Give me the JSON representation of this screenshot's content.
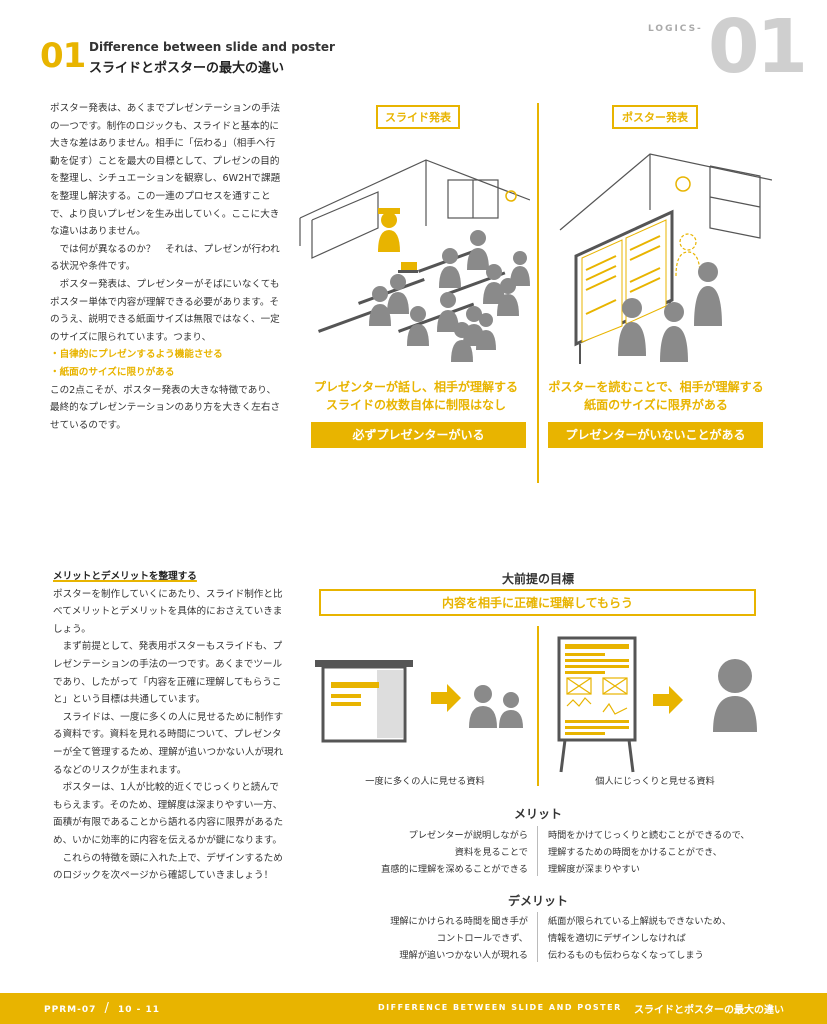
{
  "header": {
    "section_number": "01",
    "title_en": "Difference between slide and poster",
    "title_ja": "スライドとポスターの最大の違い",
    "logics_label": "LOGICS-",
    "logics_number": "01"
  },
  "intro": {
    "p1": "ポスター発表は、あくまでプレゼンテーションの手法の一つです。制作のロジックも、スライドと基本的に大きな差はありません。相手に「伝わる」（相手へ行動を促す）ことを最大の目標として、プレゼンの目的を整理し、シチュエーションを観察し、6W2Hで課題を整理し解決する。この一連のプロセスを通すことで、より良いプレゼンを生み出していく。ここに大きな違いはありません。",
    "p2": "では何が異なるのか？　それは、プレゼンが行われる状況や条件です。",
    "p3": "ポスター発表は、プレゼンターがそばにいなくてもポスター単体で内容が理解できる必要があります。そのうえ、説明できる紙面サイズは無限ではなく、一定のサイズに限られています。つまり、",
    "point1": "・自律的にプレゼンするよう機能させる",
    "point2": "・紙面のサイズに限りがある",
    "p4": "この2点こそが、ポスター発表の大きな特徴であり、最終的なプレゼンテーションのあり方を大きく左右させているのです。"
  },
  "compare": {
    "slide": {
      "tag": "スライド発表",
      "caption1": "プレゼンターが話し、相手が理解する",
      "caption2": "スライドの枚数自体に制限はなし",
      "bar": "必ずプレゼンターがいる"
    },
    "poster": {
      "tag": "ポスター発表",
      "caption1": "ポスターを読むことで、相手が理解する",
      "caption2": "紙面のサイズに限界がある",
      "bar": "プレゼンターがいないことがある"
    }
  },
  "merit_section": {
    "heading": "メリットとデメリットを整理する",
    "p1": "ポスターを制作していくにあたり、スライド制作と比べてメリットとデメリットを具体的におさえていきましょう。",
    "p2": "まず前提として、発表用ポスターもスライドも、プレゼンテーションの手法の一つです。あくまでツールであり、したがって「内容を正確に理解してもらうこと」という目標は共通しています。",
    "p3": "スライドは、一度に多くの人に見せるために制作する資料です。資料を見れる時間について、プレゼンターが全て管理するため、理解が追いつかない人が現れるなどのリスクが生まれます。",
    "p4": "ポスターは、1人が比較的近くでじっくりと読んでもらえます。そのため、理解度は深まりやすい一方、面積が有限であることから語れる内容に限界があるため、いかに効率的に内容を伝えるかが鍵になります。",
    "p5": "これらの特徴を頭に入れた上で、デザインするためのロジックを次ページから確認していきましょう！"
  },
  "goal": {
    "heading": "大前提の目標",
    "box": "内容を相手に正確に理解してもらう",
    "slide_caption": "一度に多くの人に見せる資料",
    "poster_caption": "個人にじっくりと見せる資料"
  },
  "merit": {
    "heading": "メリット",
    "left": [
      "プレゼンターが説明しながら",
      "資料を見ることで",
      "直感的に理解を深めることができる"
    ],
    "right": [
      "時間をかけてじっくりと読むことができるので、",
      "理解するための時間をかけることができ、",
      "理解度が深まりやすい"
    ]
  },
  "demerit": {
    "heading": "デメリット",
    "left": [
      "理解にかけられる時間を聞き手が",
      "コントロールできず、",
      "理解が追いつかない人が現れる"
    ],
    "right": [
      "紙面が限られている上解説もできないため、",
      "情報を適切にデザインしなければ",
      "伝わるものも伝わらなくなってしまう"
    ]
  },
  "footer": {
    "code": "PPRM-07",
    "pages": "10 - 11",
    "title_en": "DIFFERENCE BETWEEN SLIDE AND POSTER",
    "title_ja": "スライドとポスターの最大の違い"
  },
  "colors": {
    "accent": "#e8b400",
    "figure_gray": "#8a8a8a",
    "text": "#333333"
  }
}
